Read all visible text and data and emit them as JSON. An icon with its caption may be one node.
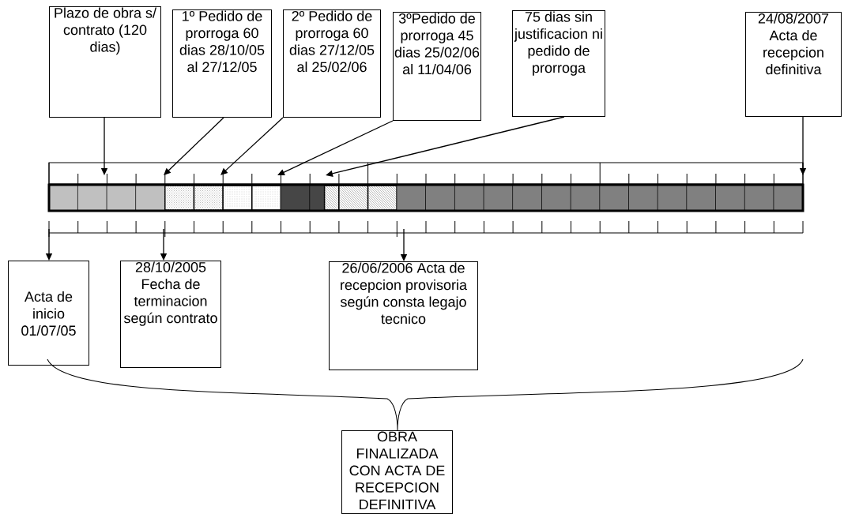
{
  "diagram": {
    "nodes": [
      {
        "text": [
          "Plazo de obra s/ contrato (120 dias)"
        ]
      },
      {
        "text": [
          "1º Pedido de prorroga 60 dias 28/10/05 al 27/12/05"
        ]
      },
      {
        "text": [
          "2º Pedido de prorroga 60 dias 27/12/05 al 25/02/06"
        ]
      },
      {
        "text": [
          "3ºPedido de prorroga 45 dias 25/02/06 al 11/04/06"
        ]
      },
      {
        "text": [
          "75 dias sin justificacion ni pedido de prorroga"
        ]
      },
      {
        "text": [
          "24/08/2007 Acta de recepcion definitiva"
        ]
      },
      {
        "text": [
          "Acta de inicio 01/07/05"
        ]
      },
      {
        "text": [
          "28/10/2005 Fecha de terminacion según contrato"
        ]
      },
      {
        "text": [
          "26/06/2006 Acta de recepcion provisoria según consta legajo tecnico"
        ]
      },
      {
        "text": [
          "OBRA FINALIZADA CON ACTA DE RECEPCION DEFINITIVA"
        ]
      },
      {
        "text": [],
        "shape": "bar"
      }
    ],
    "edges": [
      {
        "from": 0,
        "to": 10,
        "arrow": "to"
      },
      {
        "from": 1,
        "to": 10,
        "arrow": "to"
      },
      {
        "from": 2,
        "to": 10,
        "arrow": "to"
      },
      {
        "from": 3,
        "to": 10,
        "arrow": "to"
      },
      {
        "from": 4,
        "to": 10,
        "arrow": "to"
      },
      {
        "from": 5,
        "to": 10,
        "arrow": "to"
      },
      {
        "from": 10,
        "to": 6,
        "arrow": "to"
      },
      {
        "from": 10,
        "to": 7,
        "arrow": "to"
      },
      {
        "from": 10,
        "to": 8,
        "arrow": "to"
      }
    ]
  }
}
